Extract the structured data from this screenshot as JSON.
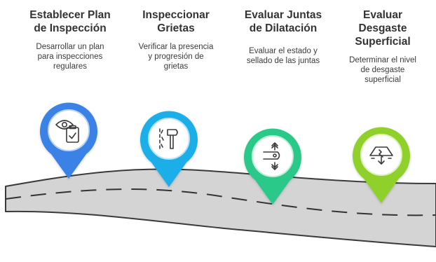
{
  "steps": [
    {
      "title_line1": "Establecer Plan",
      "title_line2": "de Inspección",
      "title_line3": "",
      "description_lines": [
        "Desarrollar un plan",
        "para inspecciones",
        "regulares"
      ],
      "icon": "eye-clipboard-icon",
      "color": "#3b82e6"
    },
    {
      "title_line1": "Inspeccionar",
      "title_line2": "Grietas",
      "title_line3": "",
      "description_lines": [
        "Verificar la presencia",
        "y progresión de",
        "grietas"
      ],
      "icon": "hammer-crack-icon",
      "color": "#1eaee8"
    },
    {
      "title_line1": "Evaluar Juntas",
      "title_line2": "de Dilatación",
      "title_line3": "",
      "description_lines": [
        "Evaluar el estado y",
        "sellado de las juntas",
        ""
      ],
      "icon": "expansion-joint-icon",
      "color": "#29c98a"
    },
    {
      "title_line1": "Evaluar",
      "title_line2": "Desgaste",
      "title_line3": "Superficial",
      "description_lines": [
        "Determinar el nivel",
        "de desgaste",
        "superficial"
      ],
      "icon": "surface-wear-icon",
      "color": "#8fd12a"
    }
  ]
}
